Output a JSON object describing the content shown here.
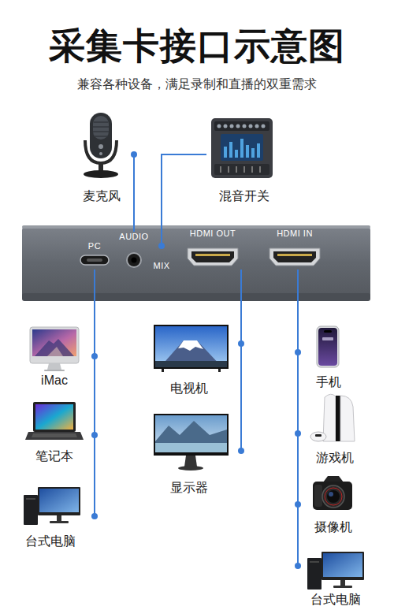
{
  "diagram": {
    "title": "采集卡接口示意图",
    "nodes": [
      {
        "text": [
          "麦克风"
        ]
      },
      {
        "text": [
          "混音开关"
        ]
      },
      {
        "text": [
          "PC"
        ]
      },
      {
        "text": [
          "AUDIO"
        ]
      },
      {
        "text": [
          "MIX"
        ]
      },
      {
        "text": [
          "HDMI OUT"
        ]
      },
      {
        "text": [
          "HDMI IN"
        ]
      },
      {
        "text": [
          "iMac"
        ]
      },
      {
        "text": [
          "电视机"
        ]
      },
      {
        "text": [
          "手机"
        ]
      },
      {
        "text": [
          "笔记本"
        ]
      },
      {
        "text": [
          "游戏机"
        ]
      },
      {
        "text": [
          "显示器"
        ]
      },
      {
        "text": [
          "台式电脑"
        ]
      },
      {
        "text": [
          "摄像机"
        ]
      },
      {
        "text": [
          "台式电脑"
        ]
      }
    ],
    "edges": [
      {
        "from": 0,
        "to": 3,
        "arrow": "none"
      },
      {
        "from": 1,
        "to": 4,
        "arrow": "none"
      },
      {
        "from": 2,
        "to": 7,
        "arrow": "none"
      },
      {
        "from": 2,
        "to": 10,
        "arrow": "none"
      },
      {
        "from": 2,
        "to": 13,
        "arrow": "none"
      },
      {
        "from": 5,
        "to": 8,
        "arrow": "none"
      },
      {
        "from": 5,
        "to": 12,
        "arrow": "none"
      },
      {
        "from": 9,
        "to": 6,
        "arrow": "none"
      },
      {
        "from": 11,
        "to": 6,
        "arrow": "none"
      },
      {
        "from": 14,
        "to": 6,
        "arrow": "none"
      },
      {
        "from": 15,
        "to": 6,
        "arrow": "none"
      }
    ],
    "labels": [
      "兼容各种设备，满足录制和直播的双重需求"
    ]
  }
}
